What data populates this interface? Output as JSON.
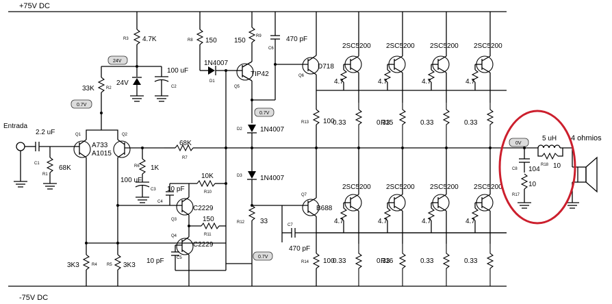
{
  "rails": {
    "positive": "+75V DC",
    "negative": "-75V DC"
  },
  "input": {
    "label": "Entrada"
  },
  "voltage_tags": {
    "v24_badge": "24V",
    "v24_zener": "24V",
    "q1_bias": "0.7V",
    "d2": "0.7V",
    "bottom": "0.7V",
    "output": "0V"
  },
  "load": {
    "label": "4 ohmios"
  },
  "components": {
    "c1": {
      "ref": "C1",
      "value": "2.2 uF"
    },
    "r1": {
      "ref": "R1",
      "value": "68K"
    },
    "r2": {
      "ref": "R2",
      "value": "33K"
    },
    "r3": {
      "ref": "R3",
      "value": "4.7K"
    },
    "c2": {
      "ref": "C2",
      "value": "100 uF"
    },
    "q1": {
      "ref": "Q1"
    },
    "q2": {
      "ref": "Q2"
    },
    "pair": {
      "top": "A733",
      "bottom": "A1015"
    },
    "r4": {
      "ref": "R4",
      "value": "3K3"
    },
    "r5": {
      "ref": "R5",
      "value": "3K3"
    },
    "r6": {
      "ref": "R6",
      "value": "1K"
    },
    "c3": {
      "ref": "C3",
      "value": "100 uF"
    },
    "r7": {
      "ref": "R7",
      "value": "68K"
    },
    "r8": {
      "ref": "R8",
      "value": "150"
    },
    "d1": {
      "ref": "D1",
      "value": "1N4007"
    },
    "r9": {
      "ref": "R9",
      "value": "150"
    },
    "q5": {
      "ref": "Q5",
      "value": "TIP42"
    },
    "c6": {
      "ref": "C6",
      "value": "470 pF"
    },
    "q6": {
      "ref": "Q6",
      "value": "D718"
    },
    "d2": {
      "ref": "D2",
      "value": "1N4007"
    },
    "d3": {
      "ref": "D3",
      "value": "1N4007"
    },
    "r10": {
      "ref": "R10",
      "value": "10K"
    },
    "c4": {
      "ref": "C4",
      "value": "10 pF"
    },
    "q3": {
      "ref": "Q3",
      "value": "C2229"
    },
    "r11": {
      "ref": "R11",
      "value": "150"
    },
    "q4": {
      "ref": "Q4",
      "value": "C2229"
    },
    "c5": {
      "ref": "C5",
      "value": "10 pF"
    },
    "r12": {
      "ref": "R12",
      "value": "33"
    },
    "c7": {
      "ref": "C7",
      "value": "470 pF"
    },
    "q7": {
      "ref": "Q7",
      "value": "B688"
    },
    "r13": {
      "ref": "R13",
      "value": "100"
    },
    "r14": {
      "ref": "R14",
      "value": "100"
    },
    "r15": {
      "ref": "R15"
    },
    "r16": {
      "ref": "R16"
    },
    "c8": {
      "ref": "C8",
      "value": "104"
    },
    "r17": {
      "ref": "R17",
      "value": "10"
    },
    "l1": {
      "value": "5 uH"
    },
    "r18": {
      "ref": "R18",
      "value": "10"
    }
  },
  "output_stage": {
    "top_transistors": [
      "2SC5200",
      "2SC5200",
      "2SC5200",
      "2SC5200"
    ],
    "bottom_transistors": [
      "2SC5200",
      "2SC5200",
      "2SC5200",
      "2SC5200"
    ],
    "top_base_resistors": [
      "4.7",
      "4.7",
      "4.7",
      "4.7"
    ],
    "bottom_base_resistors": [
      "4.7",
      "4.7",
      "4.7",
      "4.7"
    ],
    "top_emitter_resistors": [
      "0.33",
      "0.33",
      "0.33",
      "0.33"
    ],
    "bottom_emitter_resistors": [
      "0.33",
      "0.33",
      "0.33",
      "0.33"
    ]
  },
  "highlight": {
    "color": "#cc1f2d"
  }
}
